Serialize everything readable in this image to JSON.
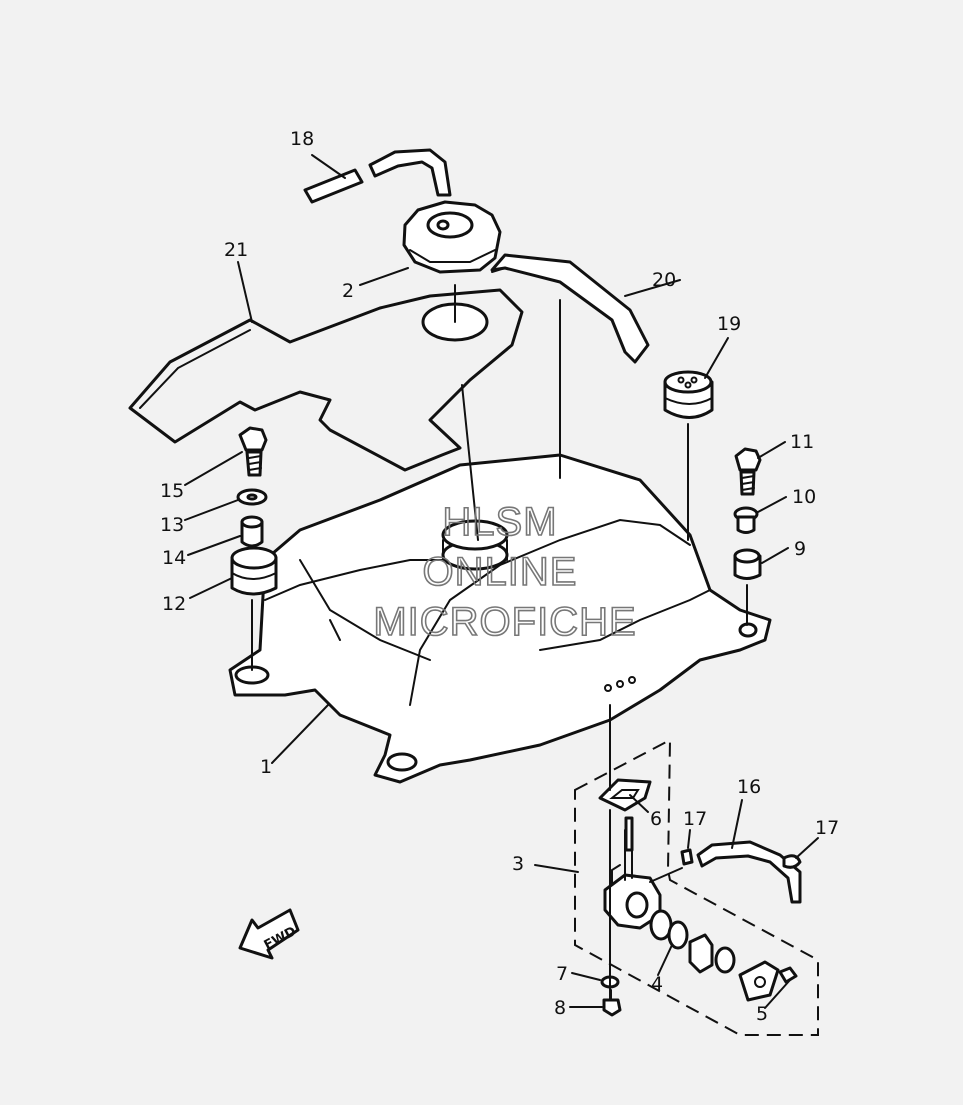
{
  "callouts": [
    {
      "id": "1",
      "label": "1"
    },
    {
      "id": "2",
      "label": "2"
    },
    {
      "id": "3",
      "label": "3"
    },
    {
      "id": "4",
      "label": "4"
    },
    {
      "id": "5",
      "label": "5"
    },
    {
      "id": "6",
      "label": "6"
    },
    {
      "id": "7",
      "label": "7"
    },
    {
      "id": "8",
      "label": "8"
    },
    {
      "id": "9",
      "label": "9"
    },
    {
      "id": "10",
      "label": "10"
    },
    {
      "id": "11",
      "label": "11"
    },
    {
      "id": "12",
      "label": "12"
    },
    {
      "id": "13",
      "label": "13"
    },
    {
      "id": "14",
      "label": "14"
    },
    {
      "id": "15",
      "label": "15"
    },
    {
      "id": "16",
      "label": "16"
    },
    {
      "id": "17a",
      "label": "17"
    },
    {
      "id": "17b",
      "label": "17"
    },
    {
      "id": "18",
      "label": "18"
    },
    {
      "id": "19",
      "label": "19"
    },
    {
      "id": "20",
      "label": "20"
    },
    {
      "id": "21",
      "label": "21"
    }
  ],
  "watermark": {
    "line1": "HLSM",
    "line2": "ONLINE",
    "line3": "MICROFICHE"
  },
  "direction_marker": {
    "label": "FWD"
  }
}
